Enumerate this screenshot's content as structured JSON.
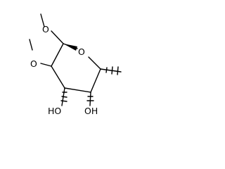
{
  "molecule": {
    "atoms": {
      "ring_oxygen": "O",
      "methoxy_oxygen_top": "O",
      "methoxy_oxygen_left": "O",
      "hydroxyl_left": "HO",
      "hydroxyl_right": "OH"
    },
    "colors": {
      "ink": "#000000",
      "background": "#ffffff"
    }
  }
}
